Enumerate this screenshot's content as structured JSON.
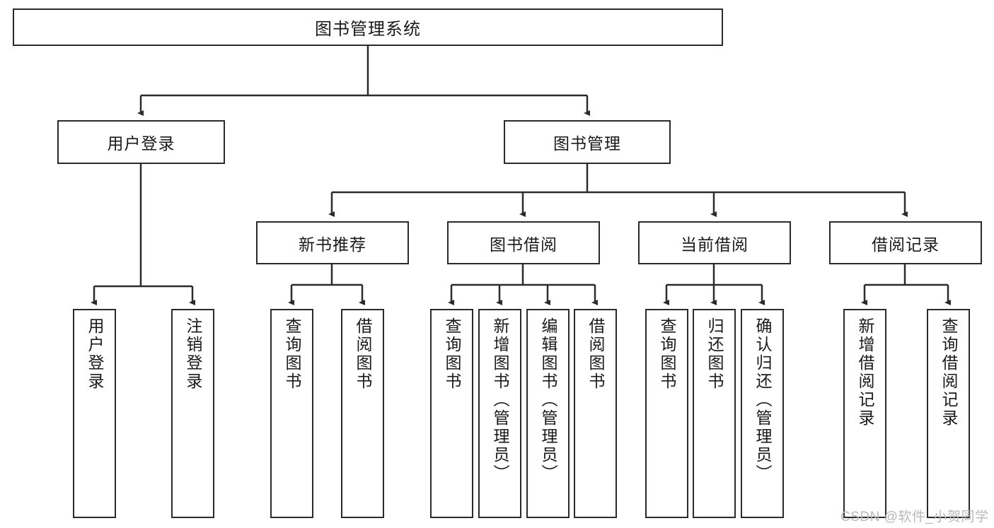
{
  "diagram": {
    "type": "hierarchy-tree",
    "title": "图书管理系统",
    "root": {
      "label": "图书管理系统"
    },
    "level2": [
      {
        "label": "用户登录"
      },
      {
        "label": "图书管理"
      }
    ],
    "level3": [
      {
        "label": "新书推荐"
      },
      {
        "label": "图书借阅"
      },
      {
        "label": "当前借阅"
      },
      {
        "label": "借阅记录"
      }
    ],
    "leaves": {
      "user_login": [
        {
          "label": "用户登录"
        },
        {
          "label": "注销登录"
        }
      ],
      "new_book_recommend": [
        {
          "label": "查询图书"
        },
        {
          "label": "借阅图书"
        }
      ],
      "book_borrow": [
        {
          "label": "查询图书"
        },
        {
          "label": "新增图书（管理员）"
        },
        {
          "label": "编辑图书（管理员）"
        },
        {
          "label": "借阅图书"
        }
      ],
      "current_borrow": [
        {
          "label": "查询图书"
        },
        {
          "label": "归还图书"
        },
        {
          "label": "确认归还（管理员）"
        }
      ],
      "borrow_record": [
        {
          "label": "新增借阅记录"
        },
        {
          "label": "查询借阅记录"
        }
      ]
    }
  },
  "watermark": {
    "text": "CSDN @软件_小贺同学"
  },
  "colors": {
    "stroke": "#2b2b2b",
    "background": "#ffffff",
    "text": "#1a1a1a",
    "watermark": "#b9b9b9"
  }
}
